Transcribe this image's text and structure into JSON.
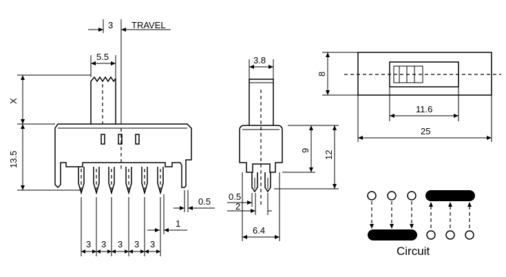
{
  "labels": {
    "travel": "TRAVEL",
    "circuit": "Circuit",
    "x_label": "X"
  },
  "dimensions": {
    "travel_value": "3",
    "stem_width": "5.5",
    "body_height": "13.5",
    "pin_pitch": [
      "3",
      "3",
      "3",
      "3",
      "3"
    ],
    "pin_width": "0.5",
    "pin_offset": "1",
    "side_stem_width": "3.8",
    "side_height_9": "9",
    "side_height_12": "12",
    "side_pin_thickness": "0.5",
    "side_pin_offset": "2",
    "side_base_width": "6.4",
    "top_height": "8",
    "top_slider_width": "11.6",
    "top_body_width": "25"
  }
}
